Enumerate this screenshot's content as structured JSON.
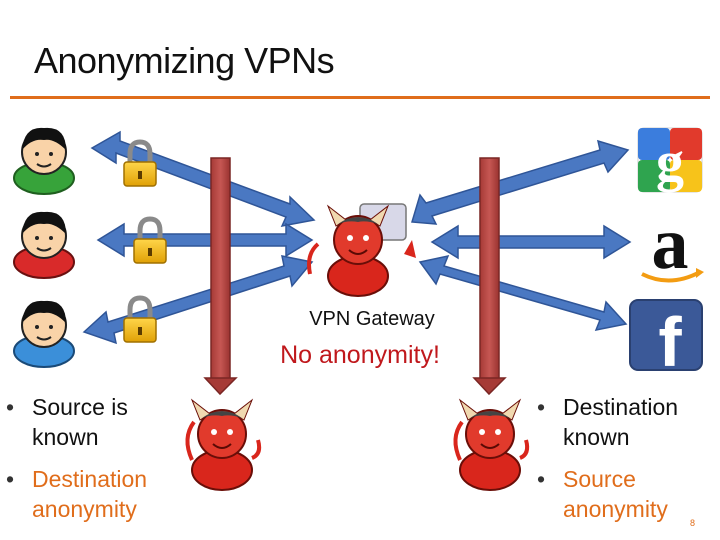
{
  "slide": {
    "title": "Anonymizing VPNs",
    "gateway_label": "VPN Gateway",
    "warning": "No anonymity!",
    "left_bullets": [
      "Source is known",
      "Destination anonymity"
    ],
    "right_bullets": [
      "Destination known",
      "Source anonymity"
    ],
    "page_number": "8"
  },
  "colors": {
    "accent": "#e06d1b",
    "arrow_blue": "#4a78c2",
    "bar_red": "#c0504d",
    "warning_red": "#c0181c"
  },
  "icons": {
    "users": [
      "user-green-icon",
      "user-red-icon",
      "user-blue-icon"
    ],
    "locks": [
      "lock-icon",
      "lock-icon",
      "lock-icon"
    ],
    "services": [
      "google-logo",
      "amazon-logo",
      "facebook-logo"
    ],
    "devils": [
      "vpn-gateway-devil-icon",
      "left-eavesdropper-devil-icon",
      "right-eavesdropper-devil-icon"
    ]
  }
}
